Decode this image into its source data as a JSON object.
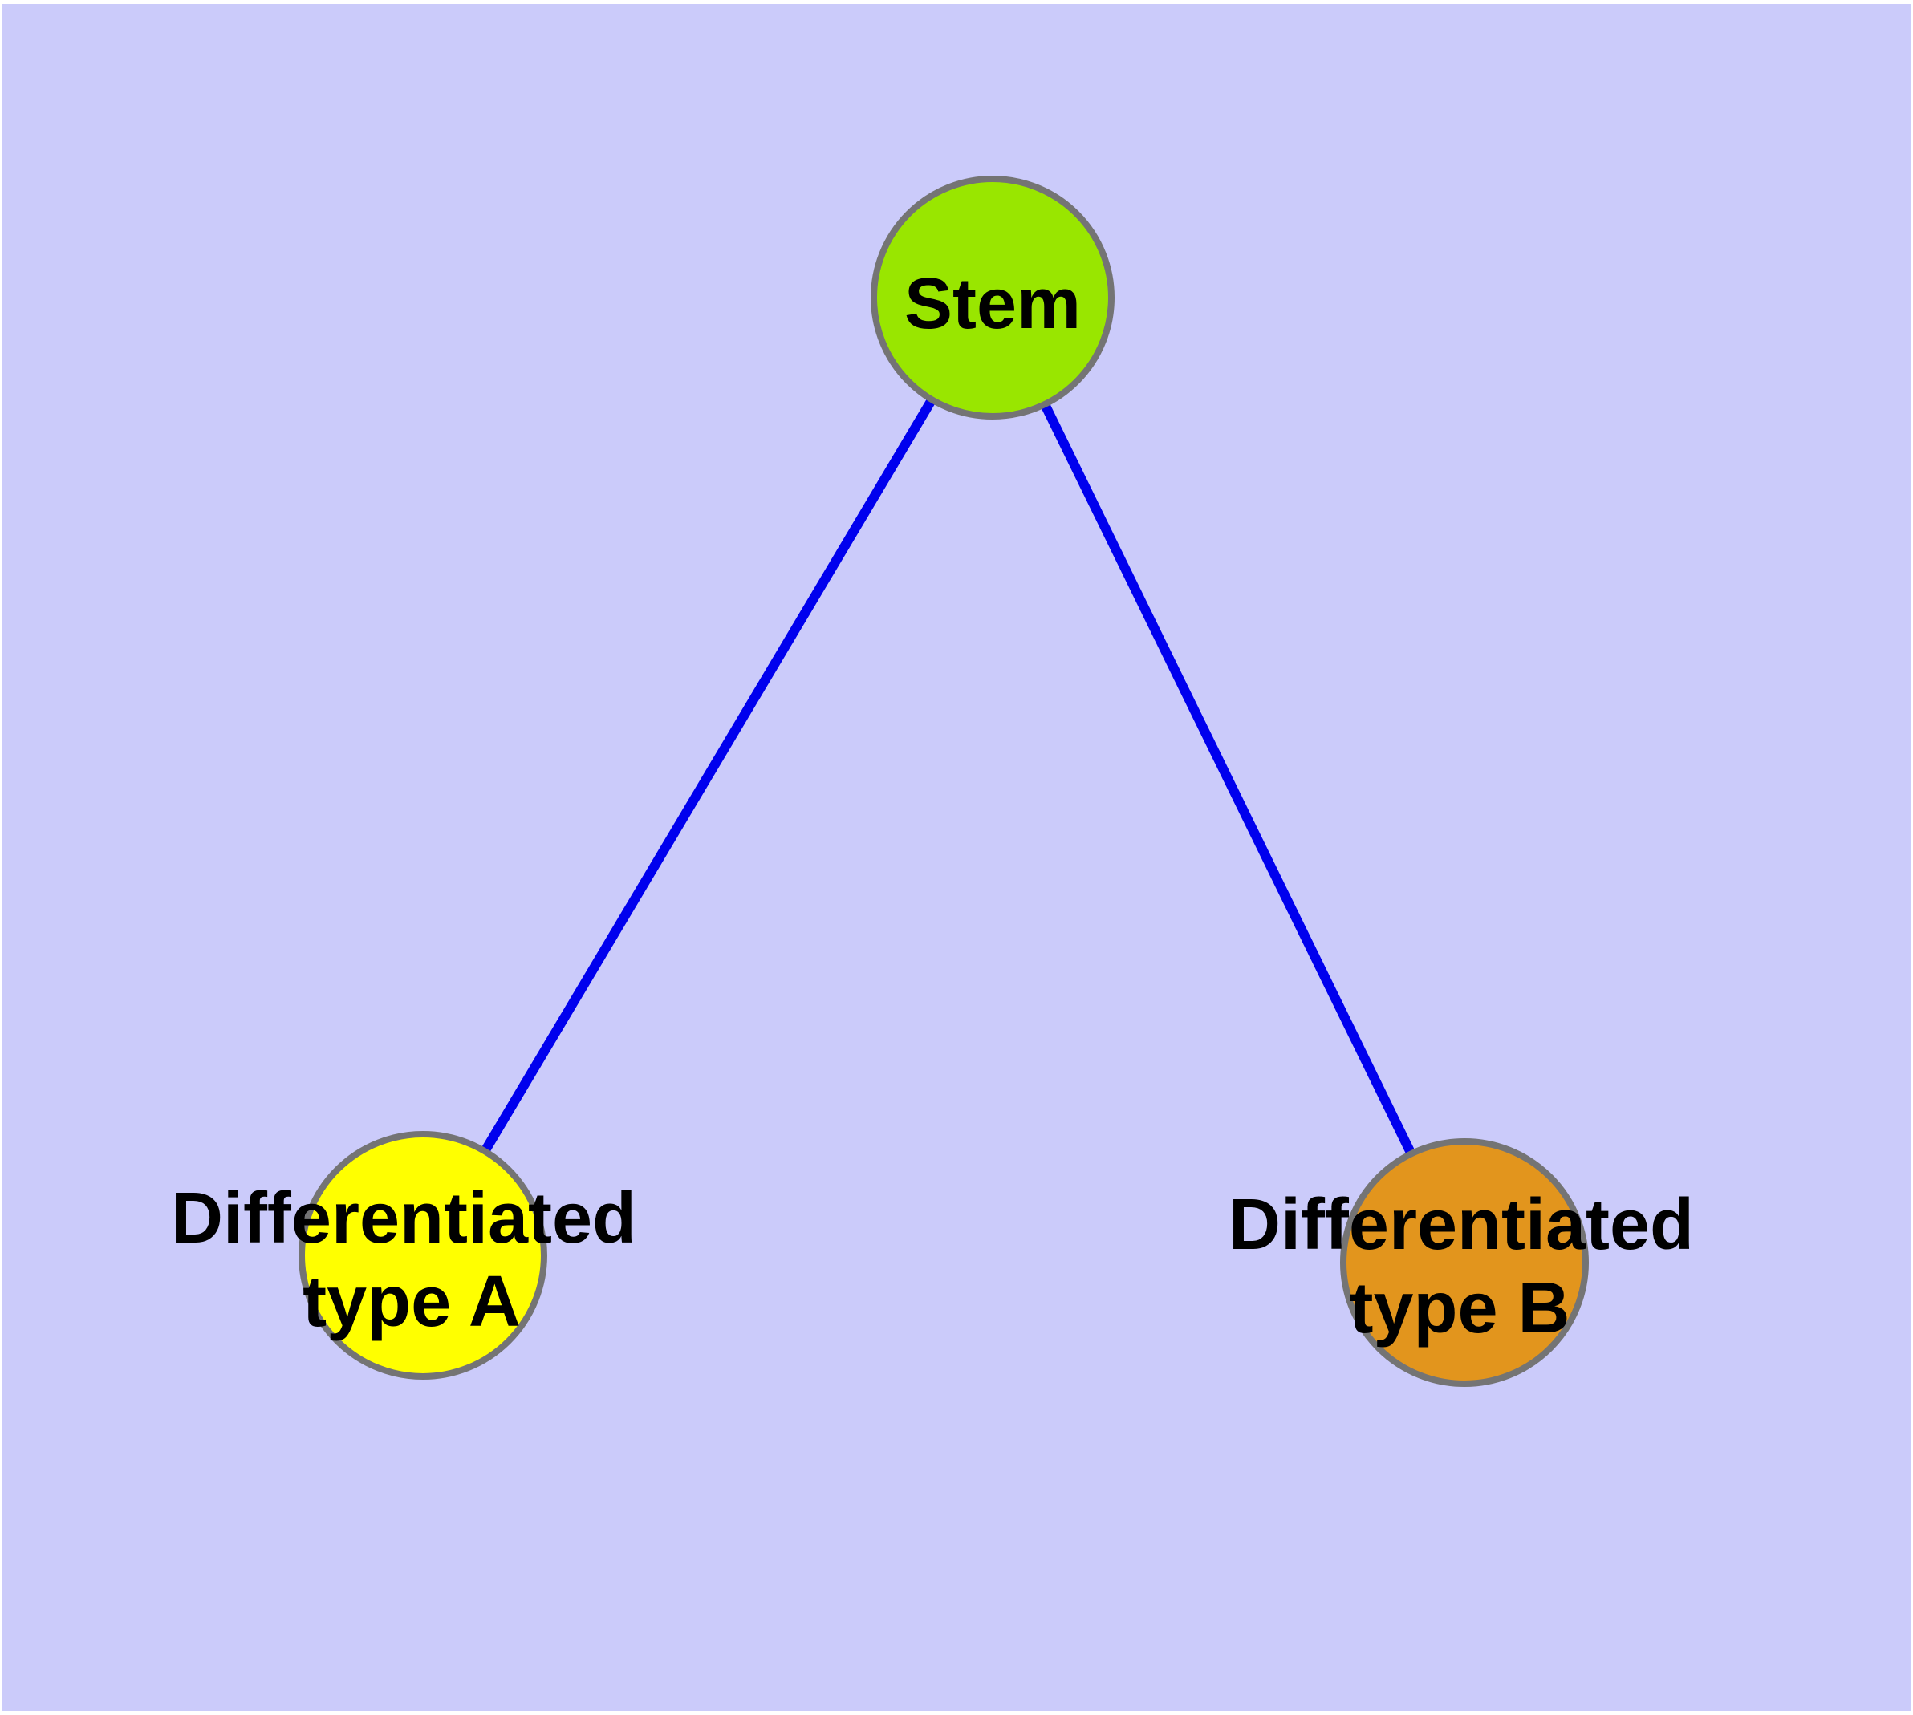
{
  "graph": {
    "background_color": "#CBCBFA",
    "edge_color": "#0000EE",
    "node_border_color": "#747474",
    "label_color": "#000000",
    "nodes": {
      "stem": {
        "label": "Stem",
        "color": "#99E600"
      },
      "type_a": {
        "label_line1": "Differentiated",
        "label_line2": "type A",
        "color": "#FFFF00"
      },
      "type_b": {
        "label_line1": "Differentiated",
        "label_line2": "type B",
        "color": "#E2951D"
      }
    },
    "edges": [
      {
        "from": "Stem",
        "to": "Differentiated type A"
      },
      {
        "from": "Stem",
        "to": "Differentiated type B"
      }
    ]
  }
}
